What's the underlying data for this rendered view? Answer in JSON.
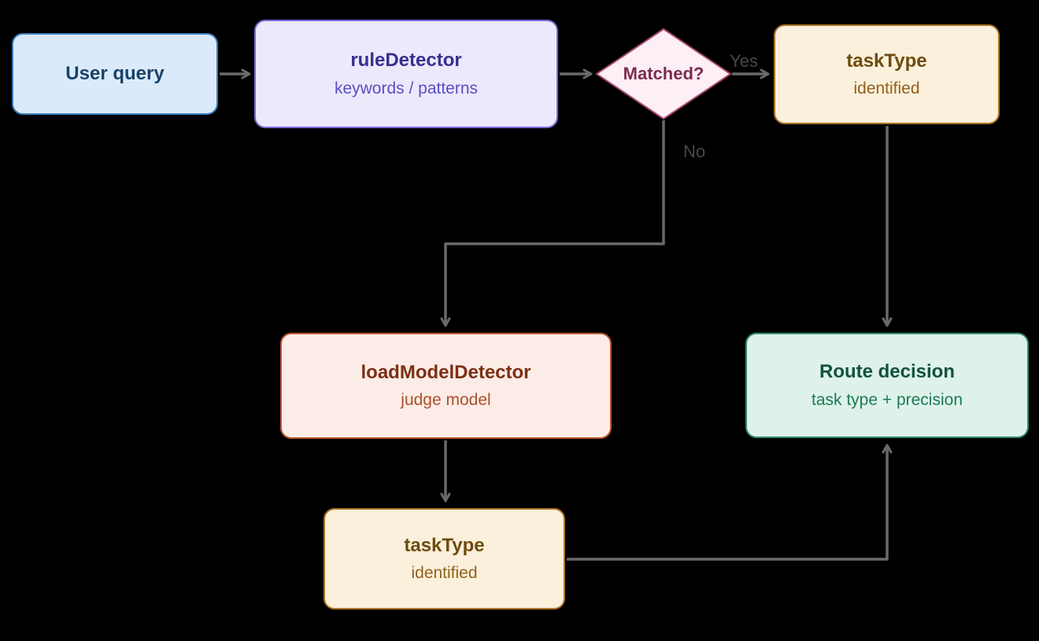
{
  "canvas": {
    "background": "#000000",
    "connector_color": "#6a6a6a",
    "edge_label_color": "#474747"
  },
  "nodes": {
    "user_query": {
      "title": "User query",
      "fill": "#dbeafa",
      "border": "#3b7cba",
      "title_color": "#17436b"
    },
    "rule_detector": {
      "title": "ruleDetector",
      "subtitle": "keywords / patterns",
      "fill": "#ece9fc",
      "border": "#7a6ad8",
      "title_color": "#37308f",
      "subtitle_color": "#5a4ec2"
    },
    "matched": {
      "title": "Matched?",
      "fill": "#fceff5",
      "border": "#a84a70",
      "title_color": "#7d2b50"
    },
    "task_type_top": {
      "title": "taskType",
      "subtitle": "identified",
      "fill": "#faf0dc",
      "border": "#ab7226",
      "title_color": "#6d4c0e",
      "subtitle_color": "#93611c"
    },
    "load_model_detector": {
      "title": "loadModelDetector",
      "subtitle": "judge model",
      "fill": "#fcece7",
      "border": "#b5532d",
      "title_color": "#7c3014",
      "subtitle_color": "#ab502c"
    },
    "route_decision": {
      "title": "Route decision",
      "subtitle": "task type + precision",
      "fill": "#def2e9",
      "border": "#2f8c6d",
      "title_color": "#12523f",
      "subtitle_color": "#1e7a58"
    },
    "task_type_bottom": {
      "title": "taskType",
      "subtitle": "identified",
      "fill": "#faf0dc",
      "border": "#ab7226",
      "title_color": "#6d4c0e",
      "subtitle_color": "#93611c"
    }
  },
  "edge_labels": {
    "yes": "Yes",
    "no": "No"
  }
}
